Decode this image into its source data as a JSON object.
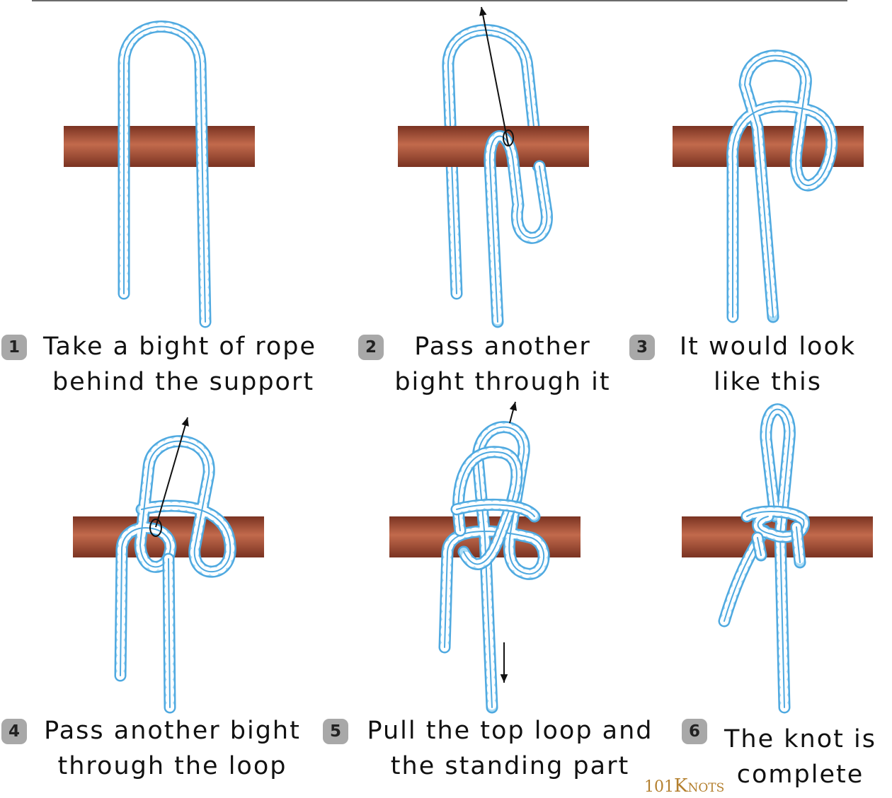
{
  "colors": {
    "rope_fill": "#a9dcf6",
    "rope_edge": "#4fa9e0",
    "rope_segment": "#ffffff",
    "support_main": "#a84f36",
    "support_dark": "#7a3322",
    "support_light": "#c26a4c",
    "badge": "#a8a8a8",
    "arrow": "#111111",
    "logo": "#b4802f"
  },
  "steps": [
    {
      "number": "1",
      "lines": [
        "Take a bight of rope",
        "behind the support"
      ]
    },
    {
      "number": "2",
      "lines": [
        "Pass another",
        "bight through it"
      ]
    },
    {
      "number": "3",
      "lines": [
        "It would look",
        "like this"
      ]
    },
    {
      "number": "4",
      "lines": [
        "Pass another bight",
        "through the loop"
      ]
    },
    {
      "number": "5",
      "lines": [
        "Pull the top loop and",
        "the standing part"
      ]
    },
    {
      "number": "6",
      "lines": [
        "The knot is",
        "complete"
      ]
    }
  ],
  "logo": {
    "part1": "101",
    "part2": "K",
    "part3": "NOTS"
  }
}
